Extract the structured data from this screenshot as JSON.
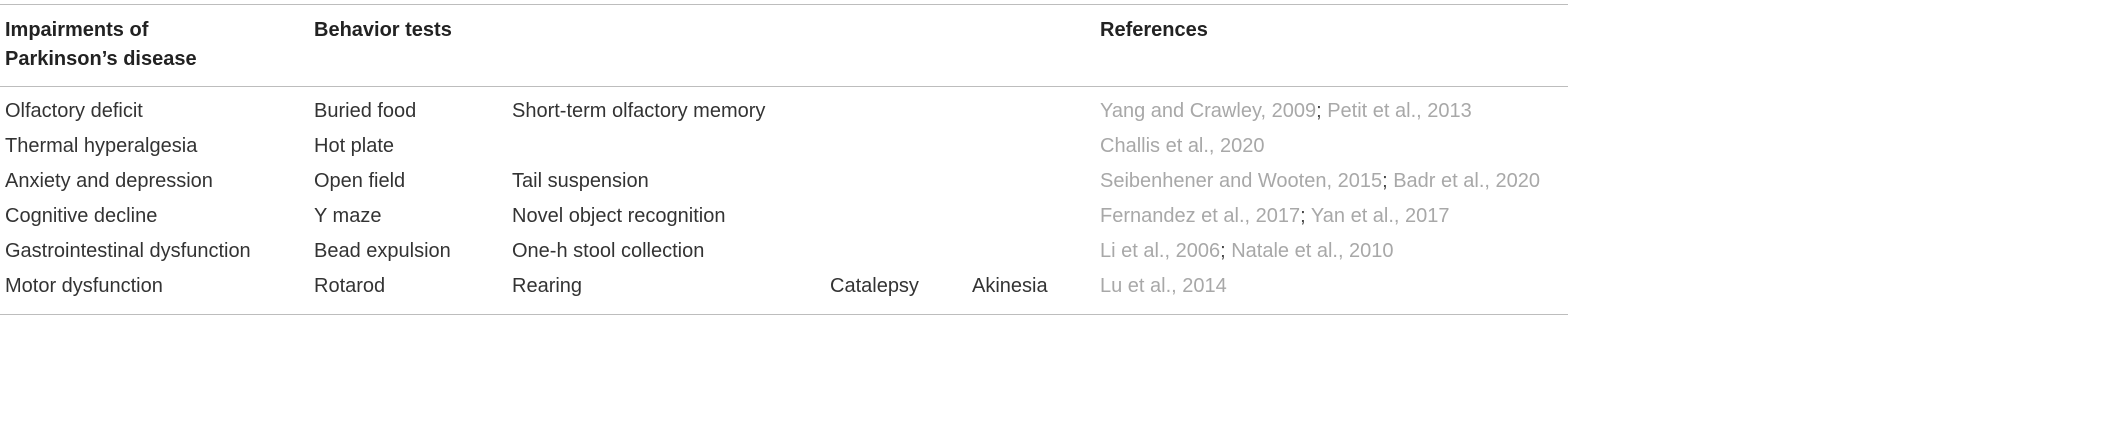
{
  "table": {
    "headers": {
      "impairment_line1": "Impairments of",
      "impairment_line2": "Parkinson’s disease",
      "behavior_tests": "Behavior tests",
      "references": "References"
    },
    "rows": [
      {
        "impairment": "Olfactory deficit",
        "test1": "Buried food",
        "test2": "Short-term olfactory memory",
        "test3": "",
        "test4": "",
        "ref1": "Yang and Crawley, 2009",
        "sep": ";",
        "ref2": "Petit et al., 2013"
      },
      {
        "impairment": "Thermal hyperalgesia",
        "test1": "Hot plate",
        "test2": "",
        "test3": "",
        "test4": "",
        "ref1": "Challis et al., 2020",
        "sep": "",
        "ref2": ""
      },
      {
        "impairment": "Anxiety and depression",
        "test1": "Open field",
        "test2": "Tail suspension",
        "test3": "",
        "test4": "",
        "ref1": "Seibenhener and Wooten, 2015",
        "sep": ";",
        "ref2": "Badr et al., 2020"
      },
      {
        "impairment": "Cognitive decline",
        "test1": "Y maze",
        "test2": "Novel object recognition",
        "test3": "",
        "test4": "",
        "ref1": "Fernandez et al., 2017",
        "sep": ";",
        "ref2": "Yan et al., 2017"
      },
      {
        "impairment": "Gastrointestinal dysfunction",
        "test1": "Bead expulsion",
        "test2": "One-h stool collection",
        "test3": "",
        "test4": "",
        "ref1": "Li et al., 2006",
        "sep": ";",
        "ref2": "Natale et al., 2010"
      },
      {
        "impairment": "Motor dysfunction",
        "test1": "Rotarod",
        "test2": "Rearing",
        "test3": "Catalepsy",
        "test4": "Akinesia",
        "ref1": "Lu et al., 2014",
        "sep": "",
        "ref2": ""
      }
    ]
  },
  "colors": {
    "text": "#333333",
    "header_text": "#222222",
    "reference_link": "#a8a8a8",
    "rule": "#bdbdbd"
  }
}
